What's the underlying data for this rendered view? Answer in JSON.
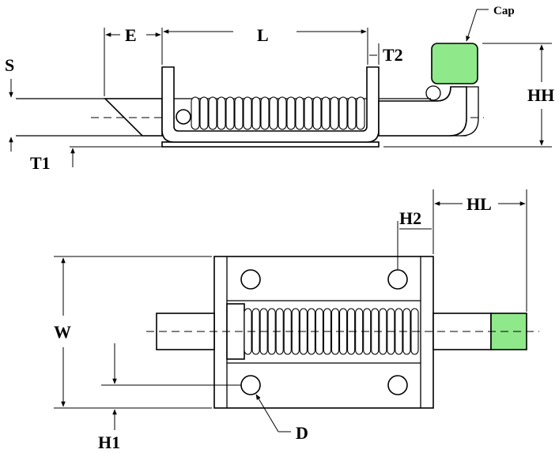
{
  "colors": {
    "cap_fill": "#8fe88a",
    "line": "#000000",
    "background": "#ffffff"
  },
  "labels": {
    "cap": "Cap",
    "E": "E",
    "L": "L",
    "T2": "T2",
    "S": "S",
    "T1": "T1",
    "HH": "HH",
    "HL": "HL",
    "H2": "H2",
    "W": "W",
    "H1": "H1",
    "D": "D"
  },
  "side_view": {
    "spring_coils": 20
  },
  "top_view": {
    "spring_coils": 22,
    "mounting_holes": 4
  }
}
